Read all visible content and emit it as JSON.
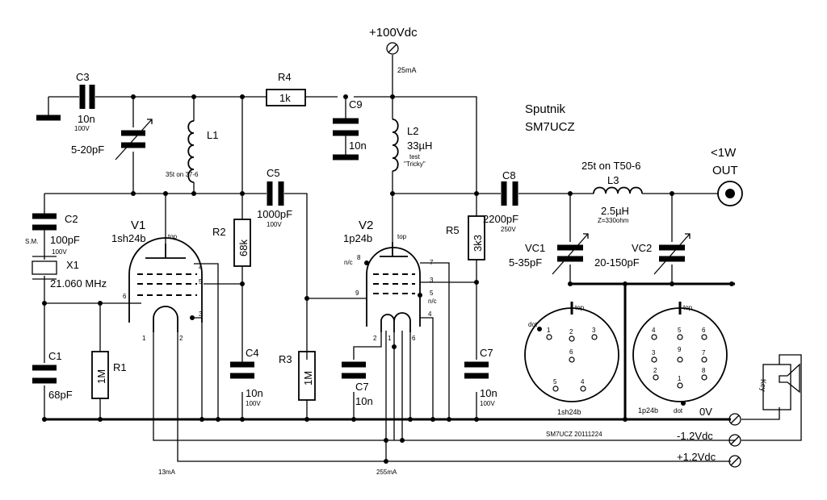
{
  "title": {
    "line1": "Sputnik",
    "line2": "SM7UCZ"
  },
  "supply": {
    "hv": "+100Vdc",
    "hv_current": "25mA",
    "gnd": "0V",
    "neg": "-1.2Vdc",
    "pos": "+1.2Vdc",
    "cur_13": "13mA",
    "cur_255": "255mA"
  },
  "output": {
    "line1": "<1W",
    "line2": "OUT"
  },
  "credit": "SM7UCZ 20111224",
  "key": "Key",
  "components": {
    "C3": {
      "ref": "C3",
      "value": "10n",
      "rating": "100V"
    },
    "C3var": {
      "value": "5-20pF"
    },
    "L1": {
      "ref": "L1",
      "note": "35t on 37-6"
    },
    "R4": {
      "ref": "R4",
      "value": "1k"
    },
    "C9": {
      "ref": "C9",
      "value": "10n"
    },
    "L2": {
      "ref": "L2",
      "value": "33µH",
      "note1": "test",
      "note2": "\"Tricky\""
    },
    "C5": {
      "ref": "C5",
      "value": "1000pF",
      "rating": "100V"
    },
    "C2": {
      "ref": "C2",
      "value": "100pF",
      "rating": "100V",
      "sm": "S.M."
    },
    "X1": {
      "ref": "X1",
      "value": "21.060 MHz"
    },
    "R2": {
      "ref": "R2",
      "value": "68k"
    },
    "R5": {
      "ref": "R5",
      "value": "3k3"
    },
    "C8": {
      "ref": "C8",
      "value": "2200pF",
      "rating": "250V"
    },
    "L3": {
      "ref": "L3",
      "value": "2.5µH",
      "note": "25t on T50-6",
      "z": "Z=330ohm"
    },
    "VC1": {
      "ref": "VC1",
      "value": "5-35pF"
    },
    "VC2": {
      "ref": "VC2",
      "value": "20-150pF"
    },
    "C1": {
      "ref": "C1",
      "value": "68pF"
    },
    "R1": {
      "ref": "R1",
      "value": "1M"
    },
    "C4": {
      "ref": "C4",
      "value": "10n",
      "rating": "100V"
    },
    "R3": {
      "ref": "R3",
      "value": "1M"
    },
    "C7a": {
      "ref": "C7",
      "value": "10n"
    },
    "C7b": {
      "ref": "C7",
      "value": "10n",
      "rating": "100V"
    }
  },
  "tubes": {
    "V1": {
      "ref": "V1",
      "type": "1sh24b",
      "top": "top",
      "pins": [
        "1",
        "2",
        "3",
        "4",
        "5",
        "6"
      ]
    },
    "V2": {
      "ref": "V2",
      "type": "1p24b",
      "top": "top",
      "nc": "n/c",
      "pins": [
        "1",
        "2",
        "3",
        "4",
        "5",
        "6",
        "7",
        "8",
        "9"
      ]
    }
  },
  "bases": {
    "b1": {
      "name": "1sh24b",
      "top": "top",
      "dot": "dot",
      "pins": [
        "1",
        "2",
        "3",
        "4",
        "5",
        "6"
      ]
    },
    "b2": {
      "name": "1p24b",
      "top": "top",
      "dot": "dot",
      "pins": [
        "1",
        "2",
        "3",
        "4",
        "5",
        "6",
        "7",
        "8",
        "9"
      ]
    }
  },
  "colors": {
    "ink": "#000000",
    "paper": "#ffffff"
  }
}
